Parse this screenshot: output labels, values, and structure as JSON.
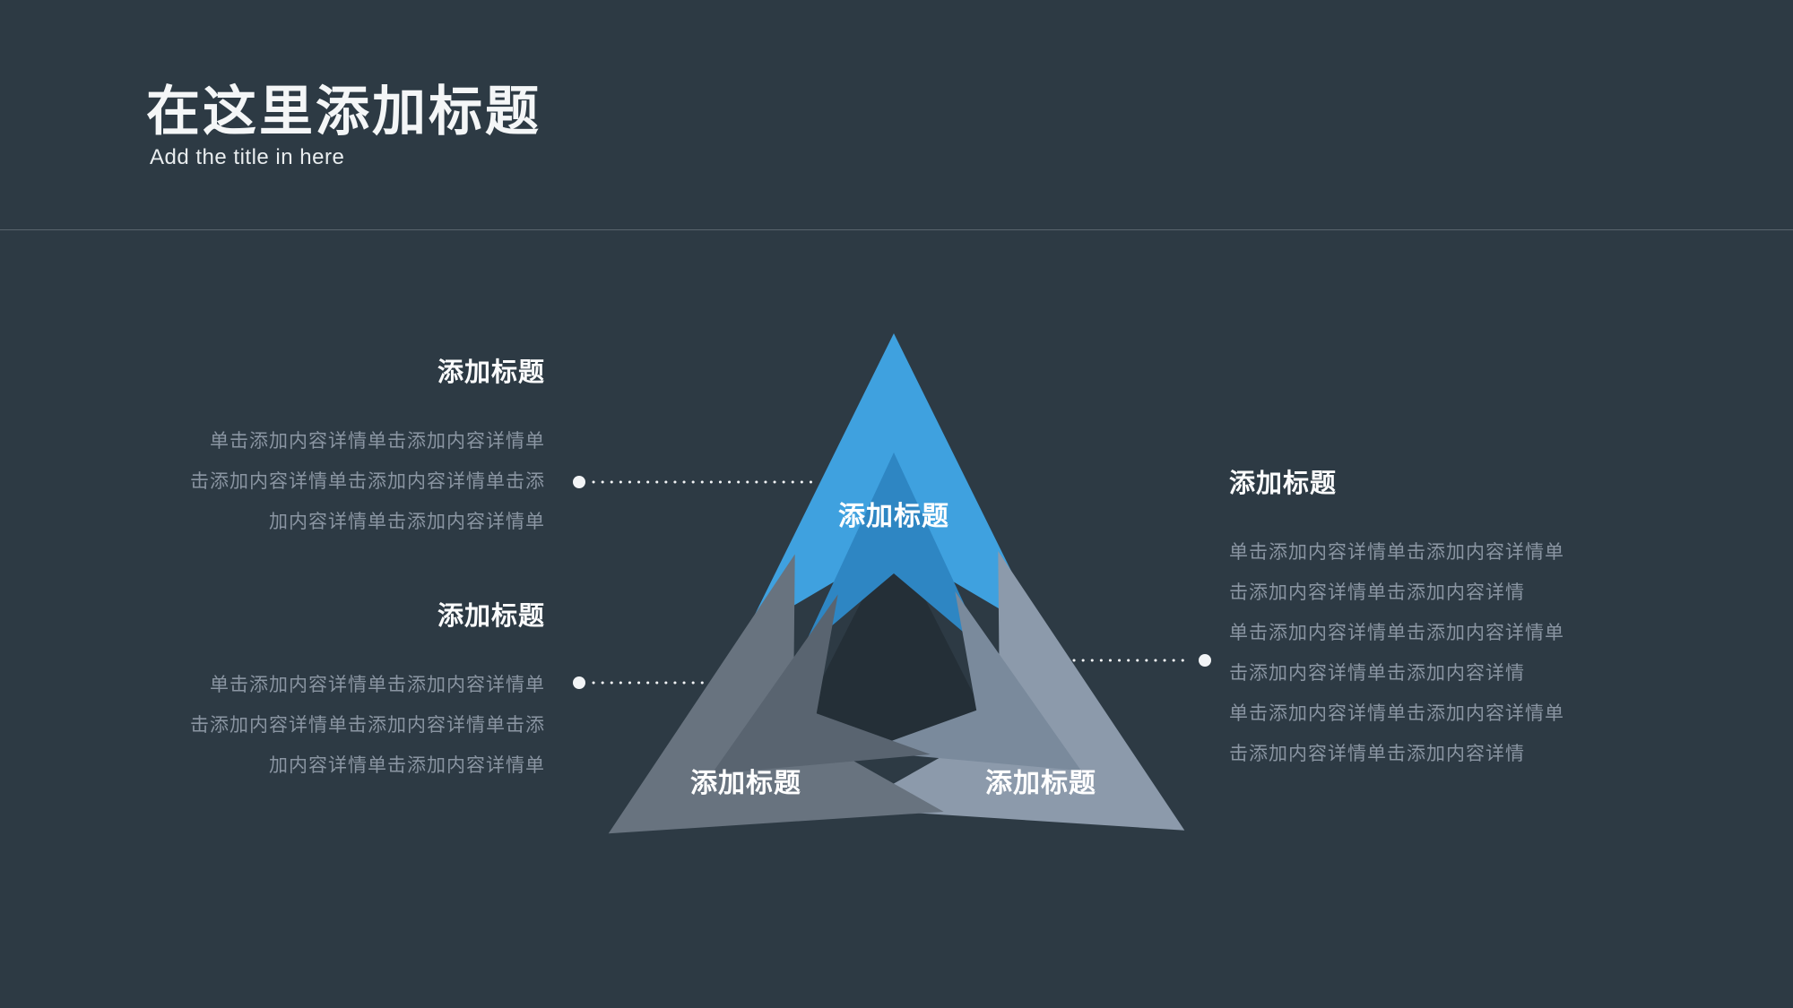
{
  "header": {
    "title": "在这里添加标题",
    "subtitle": "Add the title in here"
  },
  "colors": {
    "background": "#2D3A44",
    "divider": "#59646D",
    "title_text": "#F4F6F7",
    "body_text": "#8A95A2",
    "connector": "#F2F4F6",
    "accent_blue": "#3FA1DF"
  },
  "diagram": {
    "pieces": [
      {
        "id": "top",
        "label": "添加标题",
        "color": "#3FA1DF",
        "inner_color": "#2E86C3"
      },
      {
        "id": "bottom-left",
        "label": "添加标题",
        "color": "#8C9AAB",
        "inner_color": "#7A8A9C"
      },
      {
        "id": "bottom-right",
        "label": "添加标题",
        "color": "#68737F",
        "inner_color": "#596470"
      }
    ]
  },
  "callouts": {
    "left_top": {
      "heading": "添加标题",
      "lines": [
        "单击添加内容详情单击添加内容详情单",
        "击添加内容详情单击添加内容详情单击添",
        "加内容详情单击添加内容详情单"
      ]
    },
    "left_bottom": {
      "heading": "添加标题",
      "lines": [
        "单击添加内容详情单击添加内容详情单",
        "击添加内容详情单击添加内容详情单击添",
        "加内容详情单击添加内容详情单"
      ]
    },
    "right": {
      "heading": "添加标题",
      "lines": [
        "单击添加内容详情单击添加内容详情单",
        "击添加内容详情单击添加内容详情",
        "单击添加内容详情单击添加内容详情单",
        "击添加内容详情单击添加内容详情",
        "单击添加内容详情单击添加内容详情单",
        "击添加内容详情单击添加内容详情"
      ]
    }
  }
}
